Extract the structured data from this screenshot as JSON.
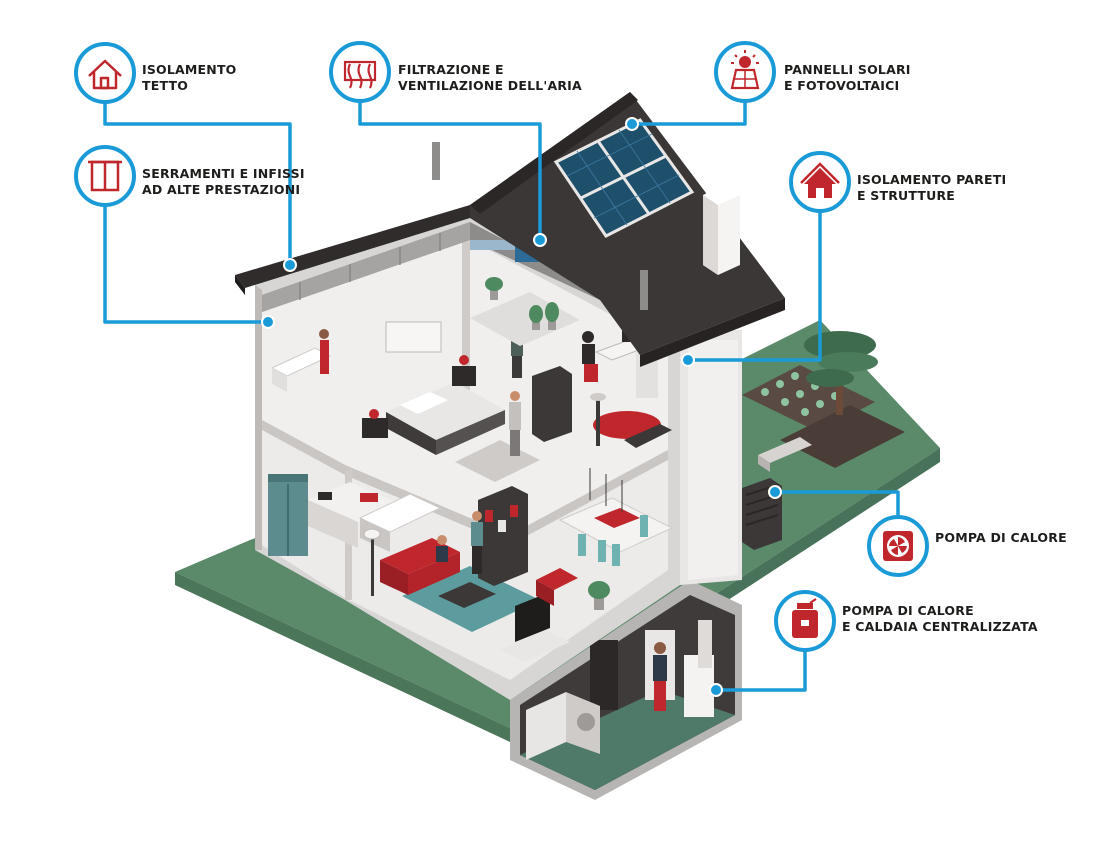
{
  "colors": {
    "accent": "#1a9bd7",
    "icon_red": "#c0272d",
    "roof": "#3b3736",
    "lawn": "#5a8a6a",
    "wall": "#e8e6e4",
    "solar": "#1e4f6b"
  },
  "callouts": [
    {
      "id": "roof-insulation",
      "icon": "house-outline-icon",
      "lines": [
        "ISOLAMENTO",
        "TETTO"
      ]
    },
    {
      "id": "windows",
      "icon": "window-icon",
      "lines": [
        "SERRAMENTI E INFISSI",
        "AD ALTE PRESTAZIONI"
      ]
    },
    {
      "id": "air-filtration",
      "icon": "air-flow-icon",
      "lines": [
        "FILTRAZIONE E",
        "VENTILAZIONE DELL'ARIA"
      ]
    },
    {
      "id": "solar-panels",
      "icon": "solar-panel-icon",
      "lines": [
        "PANNELLI SOLARI",
        "E FOTOVOLTAICI"
      ]
    },
    {
      "id": "wall-insulation",
      "icon": "house-solid-icon",
      "lines": [
        "ISOLAMENTO PARETI",
        "E STRUTTURE"
      ]
    },
    {
      "id": "heat-pump",
      "icon": "fan-icon",
      "lines": [
        "POMPA DI CALORE"
      ]
    },
    {
      "id": "boiler",
      "icon": "boiler-icon",
      "lines": [
        "POMPA DI CALORE",
        "E CALDAIA CENTRALIZZATA"
      ]
    }
  ]
}
